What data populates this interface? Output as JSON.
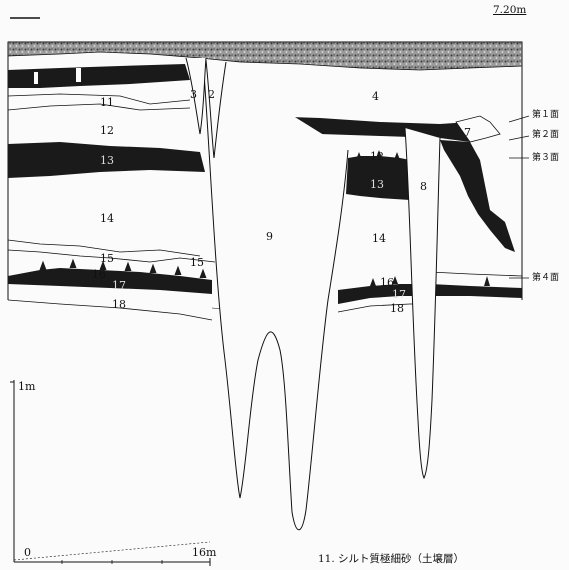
{
  "elevation_label": "7.20m",
  "surfaces": [
    "第１面",
    "第２面",
    "第３面",
    "第４面"
  ],
  "layers": [
    "2",
    "3",
    "4",
    "7",
    "8",
    "9",
    "11",
    "12",
    "13",
    "14",
    "15",
    "16",
    "17",
    "18"
  ],
  "scale_bar": {
    "vertical_label": "1m",
    "origin_label": "0",
    "horizontal_label": "16m"
  },
  "legend": {
    "entry": "11.  シルト質極細砂（土壌層）"
  },
  "colors": {
    "ink": "#111111",
    "dark_layer": "#1a1a1a",
    "paper": "#fbfbfb"
  }
}
